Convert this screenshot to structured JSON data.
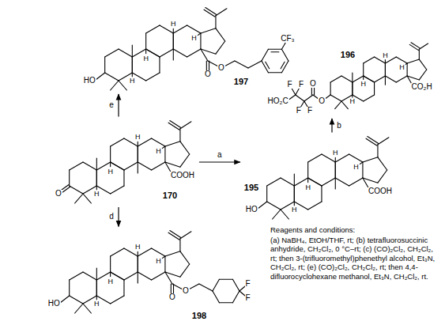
{
  "diagram": {
    "nodes": [
      {
        "text": [
          "197"
        ]
      },
      {
        "text": [
          "196"
        ]
      },
      {
        "text": [
          "170"
        ]
      },
      {
        "text": [
          "195"
        ]
      },
      {
        "text": [
          "198"
        ]
      }
    ],
    "edges": [
      {
        "from": 2,
        "to": 3,
        "arrow": "to",
        "label": "a"
      },
      {
        "from": 3,
        "to": 1,
        "arrow": "to",
        "label": "b"
      },
      {
        "from": 2,
        "to": 4,
        "arrow": "to",
        "label": "d"
      },
      {
        "from": 2,
        "to": 0,
        "arrow": "to",
        "label": "e"
      }
    ],
    "labels": [
      "HO",
      "H",
      "H",
      "H",
      "H",
      "O",
      "O",
      "CF₃",
      "O",
      "O",
      "F",
      "F",
      "F",
      "F",
      "HO₂C",
      "H",
      "H",
      "H",
      "H",
      "CO₂H",
      "O",
      "H",
      "H",
      "H",
      "H",
      "COOH",
      "HO",
      "H",
      "H",
      "H",
      "H",
      "COOH",
      "HO",
      "H",
      "H",
      "H",
      "H",
      "O",
      "O",
      "F",
      "F",
      "Reagents and conditions:",
      "(a) NaBH₄, EtOH/THF, rt; (b) tetrafluorosuccinic anhydride, CH₂Cl₂, 0 °C–rt; (c) (CO)₂Cl₂, CH₂Cl₂, rt; then 3-(trifluoromethyl)phenethyl alcohol, Et₃N, CH₂Cl₂, rt; (e) (CO)₂Cl₂, CH₂Cl₂, rt; then 4,4-difluorocyclohexane methanol, Et₃N, CH₂Cl₂, rt."
    ]
  }
}
